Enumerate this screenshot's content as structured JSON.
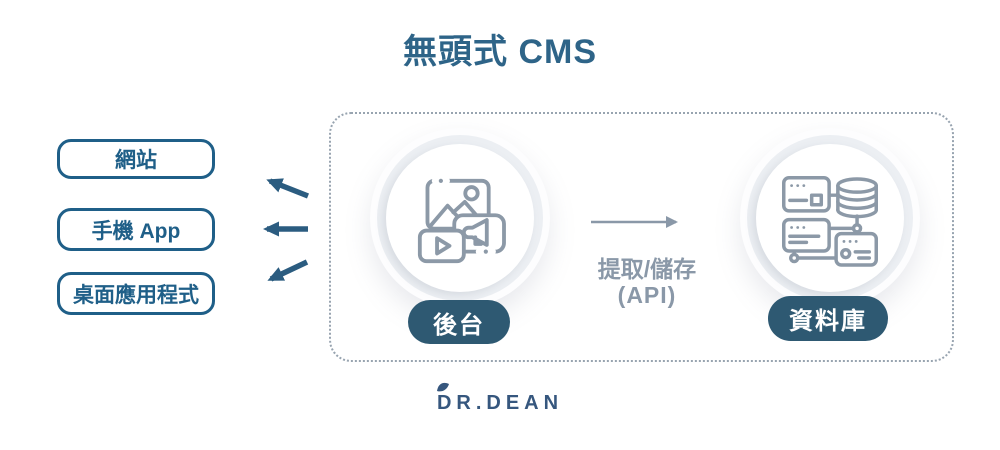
{
  "title": "無頭式 CMS",
  "clients": [
    {
      "label": "網站"
    },
    {
      "label": "手機 App"
    },
    {
      "label": "桌面應用程式"
    }
  ],
  "cms_box": {
    "backend": {
      "label": "後台",
      "icon": "media-content-icon"
    },
    "database": {
      "label": "資料庫",
      "icon": "database-servers-icon"
    },
    "api_arrow": {
      "line1": "提取/儲存",
      "line2": "(API)"
    }
  },
  "logo": {
    "text": "DR.DEAN"
  },
  "colors": {
    "primary_blue": "#1f5f88",
    "title_blue": "#2e6488",
    "pill_bg": "#2e5972",
    "icon_gray": "#8c99a7",
    "api_text_gray": "#8a98a8",
    "dotted_border": "#98a4b0",
    "logo_blue": "#36577e"
  }
}
